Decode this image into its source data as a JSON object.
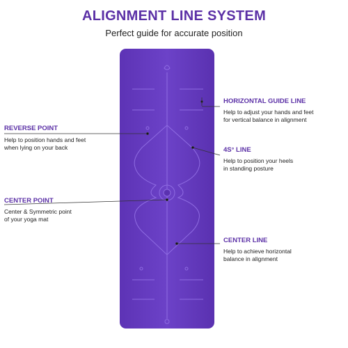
{
  "header": {
    "title": "ALIGNMENT LINE SYSTEM",
    "subtitle": "Perfect guide for accurate position"
  },
  "colors": {
    "accent": "#5b30a6",
    "mat": "#6a3fc4",
    "mat_line": "#8e6ae0",
    "leader": "#333333"
  },
  "annotations": {
    "horizontal_guide_line": {
      "title": "HORIZONTAL GUIDE LINE",
      "desc": "Help to adjust your hands and feet\nfor vertical balance in alignment"
    },
    "reverse_point": {
      "title": "REVERSE POINT",
      "desc": "Help to position hands and feet\nwhen lying on your back"
    },
    "four_five_line": {
      "title": "4S° LINE",
      "desc": "Help to position your heels\nin standing posture"
    },
    "center_point": {
      "title": "CENTER POINT",
      "desc": "Center & Symmetric point\nof your yoga mat"
    },
    "center_line": {
      "title": "CENTER LINE",
      "desc": "Help to achieve horizontal\nbalance in alignment"
    }
  }
}
